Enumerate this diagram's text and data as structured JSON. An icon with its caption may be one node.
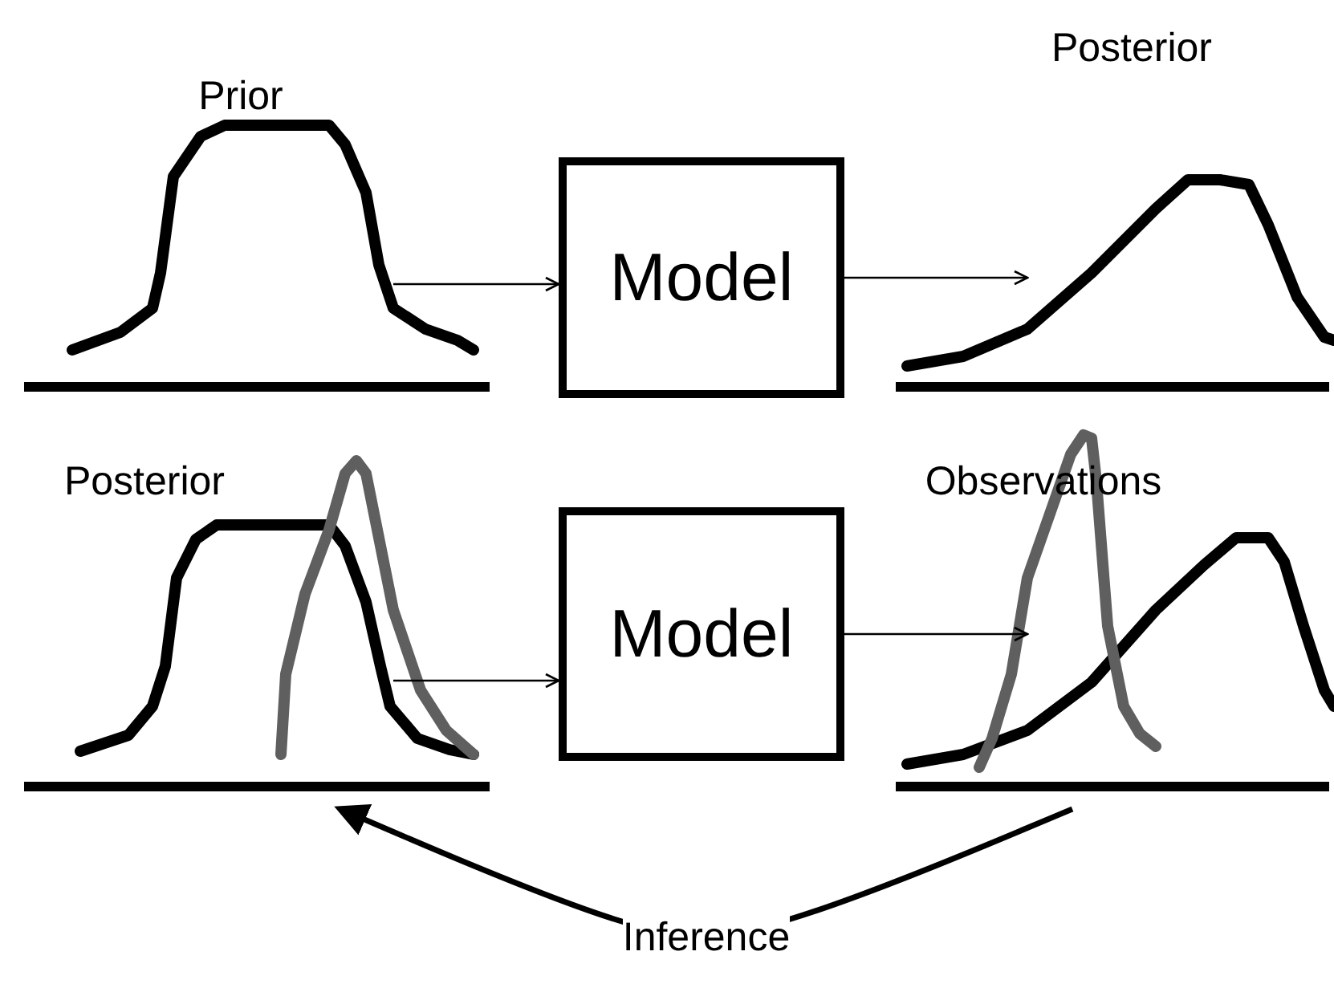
{
  "diagram": {
    "nodes": [
      {
        "text": [
          "Prior"
        ]
      },
      {
        "text": [
          "Model"
        ]
      },
      {
        "text": [
          "Posterior"
        ]
      },
      {
        "text": [
          "Posterior"
        ]
      },
      {
        "text": [
          "Model"
        ]
      },
      {
        "text": [
          "Observations"
        ]
      }
    ],
    "edges": [
      {
        "from": 0,
        "to": 1,
        "arrow": "to"
      },
      {
        "from": 1,
        "to": 2,
        "arrow": "to"
      },
      {
        "from": 3,
        "to": 4,
        "arrow": "to"
      },
      {
        "from": 4,
        "to": 5,
        "arrow": "to"
      },
      {
        "from": 5,
        "to": 3,
        "arrow": "to",
        "label": "Inference",
        "style": "thick"
      }
    ]
  }
}
